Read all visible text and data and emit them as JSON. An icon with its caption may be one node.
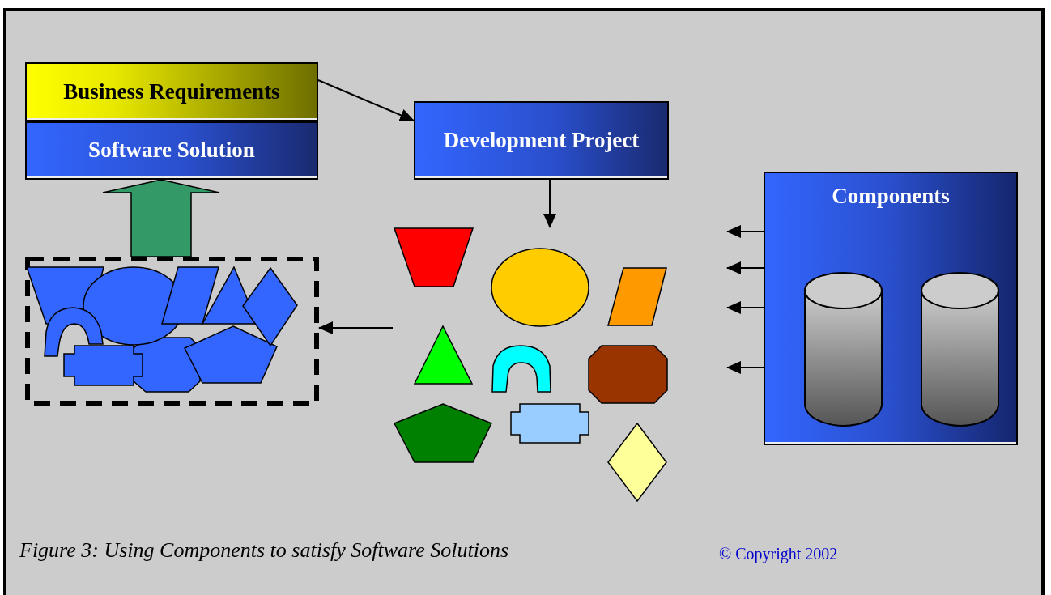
{
  "diagram": {
    "caption": "Figure 3: Using Components to satisfy Software Solutions",
    "nodes": [
      {
        "text": [
          "Business Requirements"
        ]
      },
      {
        "text": [
          "Software Solution"
        ]
      },
      {
        "text": [
          "Development Project"
        ]
      },
      {
        "text": [
          "Components"
        ]
      },
      {
        "text": [],
        "shape": "cylinder",
        "in": 3
      },
      {
        "text": [],
        "shape": "cylinder",
        "in": 3
      },
      {
        "text": [],
        "shape": "picture"
      },
      {
        "text": [],
        "shape": "box"
      }
    ],
    "edges": [
      {
        "from": 0,
        "to": 2,
        "arrow": "to"
      },
      {
        "from": 2,
        "to": 6,
        "arrow": "to"
      },
      {
        "from": 6,
        "to": 7,
        "arrow": "to"
      },
      {
        "from": 7,
        "to": 1,
        "arrow": "to",
        "style": "thick",
        "color": "#339966"
      },
      {
        "from": 3,
        "to": null,
        "arrow": "to"
      },
      {
        "from": 3,
        "to": null,
        "arrow": "to"
      },
      {
        "from": 3,
        "to": null,
        "arrow": "to"
      },
      {
        "from": 3,
        "to": null,
        "arrow": "to"
      }
    ],
    "labels": [
      "© Copyright 2002"
    ]
  }
}
